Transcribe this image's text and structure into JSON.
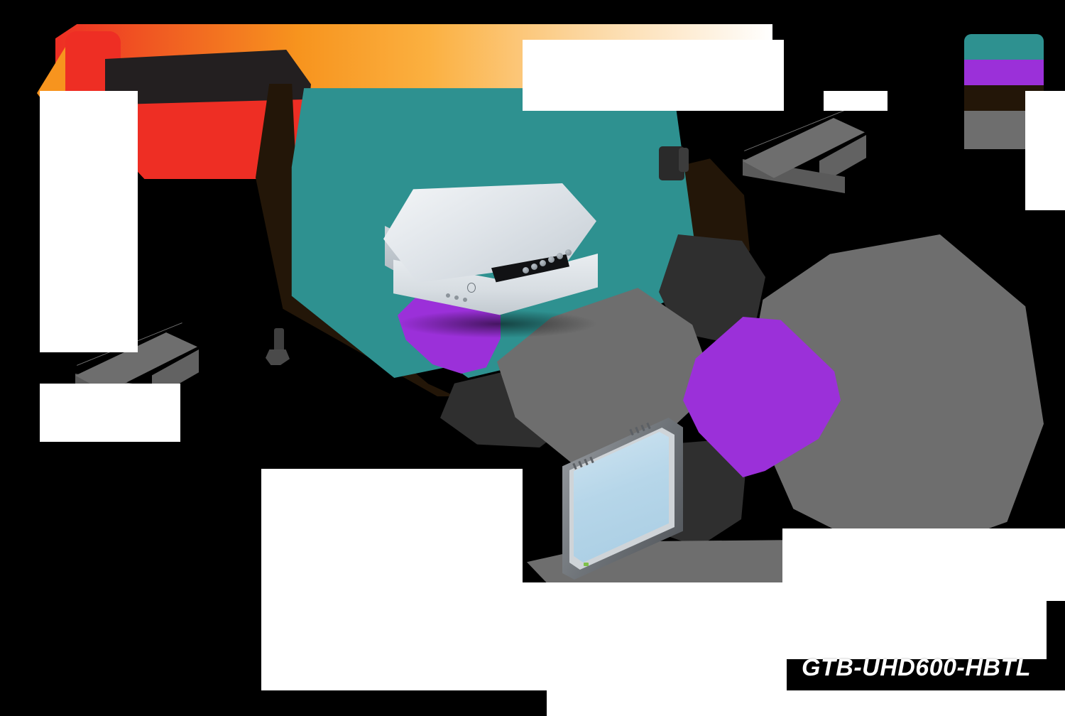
{
  "header": {
    "brand_logo": "gefen-logo",
    "banner_colors": [
      "#ee2e24",
      "#f7941e",
      "#fbb040",
      "#ffffff"
    ]
  },
  "diagram": {
    "title": "",
    "model_label": "GTB-UHD600-HBTL",
    "devices": [
      {
        "name": "source-device",
        "label": "",
        "type": "av-source"
      },
      {
        "name": "display-device",
        "label": "",
        "type": "flat-panel-tv"
      },
      {
        "name": "sender-unit",
        "label": "",
        "type": "extender-box"
      },
      {
        "name": "receiver-unit",
        "label": "",
        "type": "extender-box"
      }
    ],
    "cables": [
      {
        "name": "teal-cable",
        "color": "#2e9190",
        "label": ""
      },
      {
        "name": "purple-cable",
        "color": "#9b30d9",
        "label": ""
      },
      {
        "name": "brown-cable",
        "color": "#231608",
        "label": ""
      },
      {
        "name": "gray-cable",
        "color": "#6e6e6e",
        "label": ""
      }
    ]
  },
  "legend": {
    "items": [
      {
        "swatch_color": "#2e9190",
        "label": ""
      },
      {
        "swatch_color": "#9b30d9",
        "label": ""
      },
      {
        "swatch_color": "#231608",
        "label": ""
      },
      {
        "swatch_color": "#6e6e6e",
        "label": ""
      }
    ]
  },
  "callouts": [
    {
      "name": "callout-header-right",
      "text": ""
    },
    {
      "name": "callout-left-upper",
      "text": ""
    },
    {
      "name": "callout-left-lower",
      "text": ""
    },
    {
      "name": "callout-bottom-center",
      "text": ""
    },
    {
      "name": "callout-bottom-right-upper",
      "text": ""
    },
    {
      "name": "callout-bottom-right-lower",
      "text": ""
    },
    {
      "name": "callout-right-edge",
      "text": ""
    }
  ],
  "colors": {
    "background": "#000000",
    "accent_red": "#ee2e24",
    "accent_orange": "#f7941e",
    "teal": "#2e9190",
    "purple": "#9b30d9",
    "brown": "#231608",
    "gray": "#6e6e6e",
    "text_on_dark": "#ffffff"
  }
}
